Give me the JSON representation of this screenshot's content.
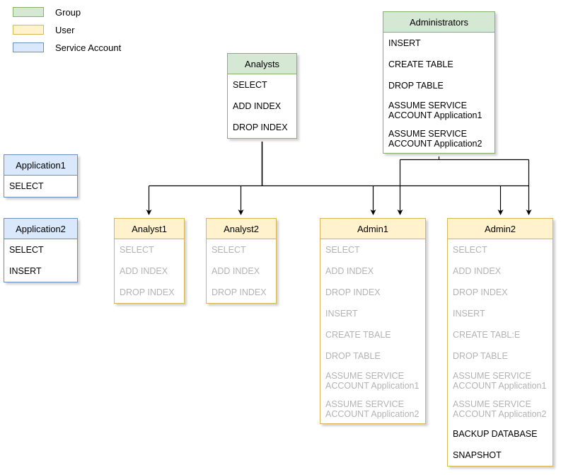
{
  "legend": {
    "items": [
      {
        "label": "Group",
        "swatch": "group-swatch"
      },
      {
        "label": "User",
        "swatch": "user-swatch"
      },
      {
        "label": "Service Account",
        "swatch": "service-account-swatch"
      }
    ]
  },
  "colors": {
    "group_fill": "#d5e8d4",
    "group_border": "#82b366",
    "user_fill": "#fff2cc",
    "user_border": "#d6b656",
    "service_fill": "#dae8fc",
    "service_border": "#6c8ebf",
    "inherited_text": "#b3b3b3",
    "own_text": "#000000",
    "edge": "#000000"
  },
  "nodes": {
    "analysts": {
      "title": "Analysts",
      "type": "Group",
      "permissions": [
        {
          "text": "SELECT",
          "inherited": false
        },
        {
          "text": "ADD INDEX",
          "inherited": false
        },
        {
          "text": "DROP INDEX",
          "inherited": false
        }
      ]
    },
    "administrators": {
      "title": "Administrators",
      "type": "Group",
      "permissions": [
        {
          "text": "INSERT",
          "inherited": false
        },
        {
          "text": "CREATE TABLE",
          "inherited": false
        },
        {
          "text": "DROP TABLE",
          "inherited": false
        },
        {
          "text": "ASSUME SERVICE\nACCOUNT Application1",
          "inherited": false
        },
        {
          "text": "ASSUME SERVICE\nACCOUNT Application2",
          "inherited": false
        }
      ]
    },
    "application1": {
      "title": "Application1",
      "type": "Service Account",
      "permissions": [
        {
          "text": "SELECT",
          "inherited": false
        }
      ]
    },
    "application2": {
      "title": "Application2",
      "type": "Service Account",
      "permissions": [
        {
          "text": "SELECT",
          "inherited": false
        },
        {
          "text": "INSERT",
          "inherited": false
        }
      ]
    },
    "analyst1": {
      "title": "Analyst1",
      "type": "User",
      "permissions": [
        {
          "text": "SELECT",
          "inherited": true
        },
        {
          "text": "ADD INDEX",
          "inherited": true
        },
        {
          "text": "DROP INDEX",
          "inherited": true
        }
      ]
    },
    "analyst2": {
      "title": "Analyst2",
      "type": "User",
      "permissions": [
        {
          "text": "SELECT",
          "inherited": true
        },
        {
          "text": "ADD INDEX",
          "inherited": true
        },
        {
          "text": "DROP INDEX",
          "inherited": true
        }
      ]
    },
    "admin1": {
      "title": "Admin1",
      "type": "User",
      "permissions": [
        {
          "text": "SELECT",
          "inherited": true
        },
        {
          "text": "ADD INDEX",
          "inherited": true
        },
        {
          "text": "DROP INDEX",
          "inherited": true
        },
        {
          "text": "INSERT",
          "inherited": true
        },
        {
          "text": "CREATE TBALE",
          "inherited": true
        },
        {
          "text": "DROP TABLE",
          "inherited": true
        },
        {
          "text": "ASSUME SERVICE\nACCOUNT Application1",
          "inherited": true
        },
        {
          "text": "ASSUME SERVICE\nACCOUNT Application2",
          "inherited": true
        }
      ]
    },
    "admin2": {
      "title": "Admin2",
      "type": "User",
      "permissions": [
        {
          "text": "SELECT",
          "inherited": true
        },
        {
          "text": "ADD INDEX",
          "inherited": true
        },
        {
          "text": "DROP INDEX",
          "inherited": true
        },
        {
          "text": "INSERT",
          "inherited": true
        },
        {
          "text": "CREATE TABL:E",
          "inherited": true
        },
        {
          "text": "DROP TABLE",
          "inherited": true
        },
        {
          "text": "ASSUME SERVICE\nACCOUNT Application1",
          "inherited": true
        },
        {
          "text": "ASSUME SERVICE\nACCOUNT Application2",
          "inherited": true
        },
        {
          "text": "BACKUP DATABASE",
          "inherited": false
        },
        {
          "text": "SNAPSHOT",
          "inherited": false
        }
      ]
    }
  },
  "edges": [
    {
      "from": "analysts",
      "to": "analyst1"
    },
    {
      "from": "analysts",
      "to": "analyst2"
    },
    {
      "from": "analysts",
      "to": "admin1"
    },
    {
      "from": "analysts",
      "to": "admin2"
    },
    {
      "from": "administrators",
      "to": "admin1"
    },
    {
      "from": "administrators",
      "to": "admin2"
    }
  ]
}
